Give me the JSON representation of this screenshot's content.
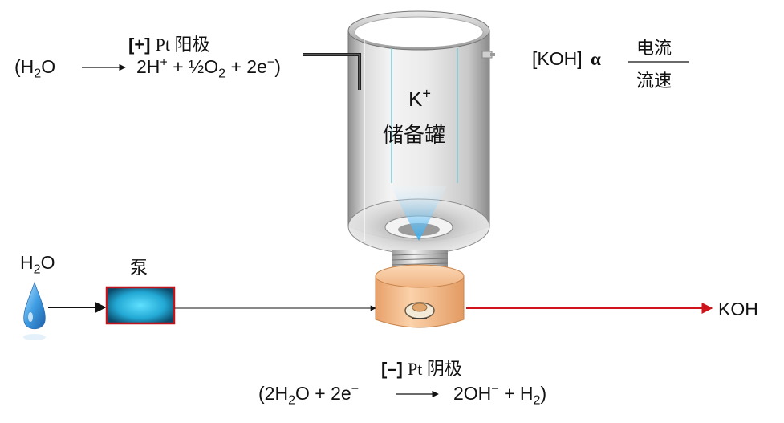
{
  "anode": {
    "label_bracket": "[+]",
    "label_text": "Pt 阳极",
    "reactant_open": "(H",
    "reactant_sub": "2",
    "reactant_end": "O",
    "product_a": "2H",
    "product_a_sup": "+",
    "product_b": " + ½O",
    "product_b_sub": "2",
    "product_c": " + 2e",
    "product_c_sup": "−",
    "close": ")"
  },
  "relation": {
    "left": "[KOH]",
    "symbol": "α",
    "numerator": "电流",
    "denominator": "流速"
  },
  "tank": {
    "ion": "K",
    "ion_sup": "+",
    "label": "储备罐"
  },
  "water_input": {
    "text": "H",
    "sub": "2",
    "end": "O"
  },
  "pump": {
    "label": "泵"
  },
  "output": {
    "label": "KOH"
  },
  "cathode": {
    "label_bracket": "[–]",
    "label_text": "Pt 阴极",
    "reactant_a": "(2H",
    "reactant_a_sub": "2",
    "reactant_b": "O + 2e",
    "reactant_b_sup": "−",
    "product_a": "2OH",
    "product_a_sup": "−",
    "product_b": " + H",
    "product_b_sub": "2",
    "close": ")"
  },
  "colors": {
    "pump_border": "#c0141c",
    "pump_fill": "#36c8ec",
    "output_arrow": "#d0141c",
    "tank_metal": "#c8c8c8",
    "cell_body": "#f2b98a",
    "drop": "#4aa6e6"
  }
}
